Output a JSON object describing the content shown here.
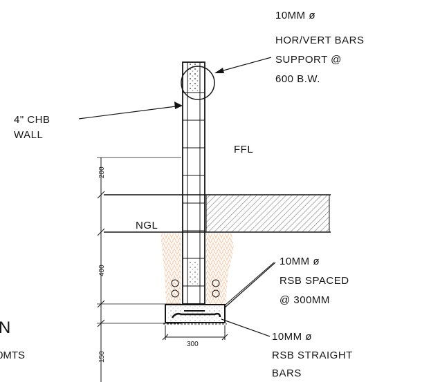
{
  "callouts": {
    "top": [
      "10MM ø",
      "HOR/VERT BARS",
      "SUPPORT @",
      "600 B.W."
    ],
    "wall": [
      "4\" CHB",
      "WALL"
    ],
    "ffl": "FFL",
    "ngl": "NGL",
    "rsb_spaced": [
      "10MM ø",
      "RSB SPACED",
      "@ 300MM"
    ],
    "rsb_straight": [
      "10MM ø",
      "RSB STRAIGHT",
      "BARS"
    ]
  },
  "dimensions": {
    "upper": "200",
    "middle": "400",
    "footing": "150",
    "footing_width": "300"
  },
  "title_fragment": {
    "letter": "N",
    "scale": "0MTS"
  },
  "colors": {
    "ink": "#141414",
    "hatch": "#9a9a9a",
    "soil": "#f3c7a6"
  }
}
